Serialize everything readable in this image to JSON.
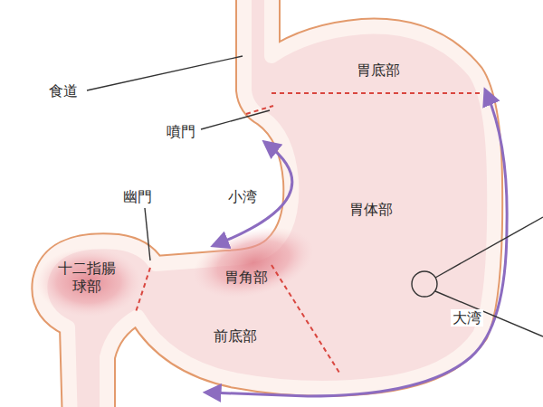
{
  "diagram": {
    "labels": [
      "食道",
      "噴門",
      "幽門",
      "小湾",
      "胃底部",
      "胃体部",
      "十二指腸 球部",
      "胃角部",
      "前底部",
      "大湾"
    ]
  }
}
